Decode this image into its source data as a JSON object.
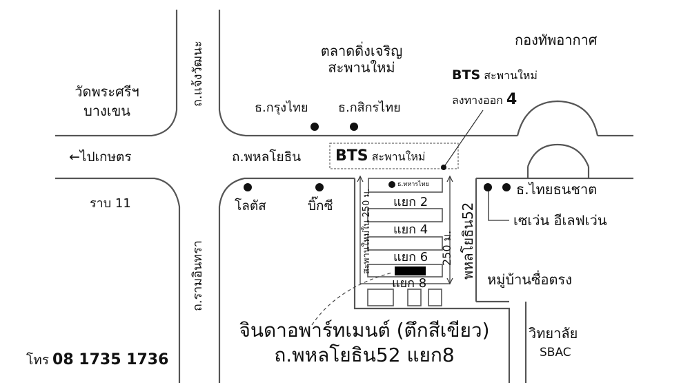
{
  "labels": {
    "market_line1": "ตลาดดิ่งเจริญ",
    "market_line2": "สะพานใหม่",
    "airforce": "กองทัพอากาศ",
    "bts_exit_line1_bold": "BTS",
    "bts_exit_line1_rest": "สะพานใหม่",
    "bts_exit_line2_text": "ลงทางออก",
    "bts_exit_line2_num": "4",
    "temple_line1": "วัดพระศรีฯ",
    "temple_line2": "บางเขน",
    "road_chaengwattana": "ถ.แจ้งวัฒนะ",
    "krungthai_bank": "ธ.กรุงไทย",
    "kasikorn_bank": "ธ.กสิกรไทย",
    "to_kaset": "←ไปเกษตร",
    "road_phahonyothin": "ถ.พหลโยธิน",
    "bts_station_bold": "BTS",
    "bts_station_rest": "สะพานใหม่",
    "military_bank": "ธ.ทหารไทย",
    "thanachart_bank": "ธ.ไทยธนชาต",
    "seven_eleven": "เซเว่น อีเลฟเว่น",
    "rab_11": "ราบ 11",
    "lotus": "โลตัส",
    "big_c": "บิ๊กซี",
    "soi_2": "แยก 2",
    "soi_4": "แยก 4",
    "soi_6": "แยก 6",
    "soi_8": "แยก 8",
    "dist_250_left": "สะพานใหม่ใน 250 ม.",
    "dist_250_right": "250 ม.",
    "road_phahonyothin52_vertical": "พหลโยธิน52",
    "village_sue_trong": "หมู่บ้านซื่อตรง",
    "road_ramintra": "ถ.รามอินทรา",
    "college": "วิทยาลัย",
    "sbac": "SBAC",
    "apartment_line1": "จินดาอพาร์ทเมนต์ (ตึกสีเขียว)",
    "apartment_line2": "ถ.พหลโยธิน52 แยก8",
    "phone_prefix": "โทร",
    "phone_number": "08 1735 1736"
  },
  "colors": {
    "road_line": "#555555",
    "text": "#111111",
    "marker": "#111111",
    "bts_box": "#444444",
    "apartment_block": "#000000"
  },
  "icons": [
    "poi-dot-icon",
    "arrow-left-icon",
    "arrow-up-icon",
    "arrow-down-icon"
  ]
}
